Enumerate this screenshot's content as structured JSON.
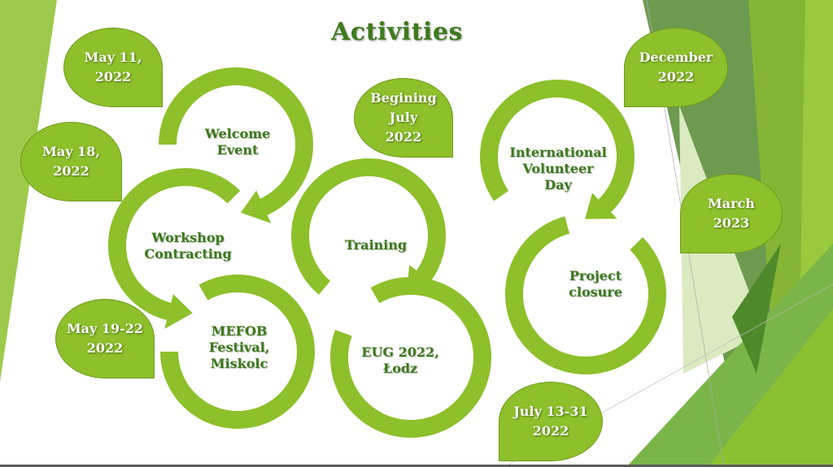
{
  "slide": {
    "title": "Activities",
    "colors": {
      "ring": "#8dc02a",
      "bubble": "#8dc02a",
      "label": "#3d7a1c",
      "dark_green": "#4e8a2a"
    }
  },
  "activities": [
    {
      "name": "Welcome Event",
      "lines": [
        "Welcome",
        "Event"
      ],
      "date_lines": [
        "May 11,",
        "2022"
      ]
    },
    {
      "name": "Workshop Contracting",
      "lines": [
        "Workshop",
        "Contracting"
      ],
      "date_lines": [
        "May 18,",
        "2022"
      ]
    },
    {
      "name": "MEFOB Festival, Miskolc",
      "lines": [
        "MEFOB",
        "Festival,",
        "Miskolc"
      ],
      "date_lines": [
        "May 19-22",
        "2022"
      ]
    },
    {
      "name": "Training",
      "lines": [
        "Training"
      ],
      "date_lines": [
        "Begining",
        "July",
        "2022"
      ]
    },
    {
      "name": "EUG 2022, Łodz",
      "lines": [
        "EUG 2022,",
        "Łodz"
      ],
      "date_lines": [
        "July 13-31",
        "2022"
      ]
    },
    {
      "name": "International Volunteer Day",
      "lines": [
        "International",
        "Volunteer",
        "Day"
      ],
      "date_lines": [
        "December",
        "2022"
      ]
    },
    {
      "name": "Project closure",
      "lines": [
        "Project",
        "closure"
      ],
      "date_lines": [
        "March",
        "2023"
      ]
    }
  ]
}
